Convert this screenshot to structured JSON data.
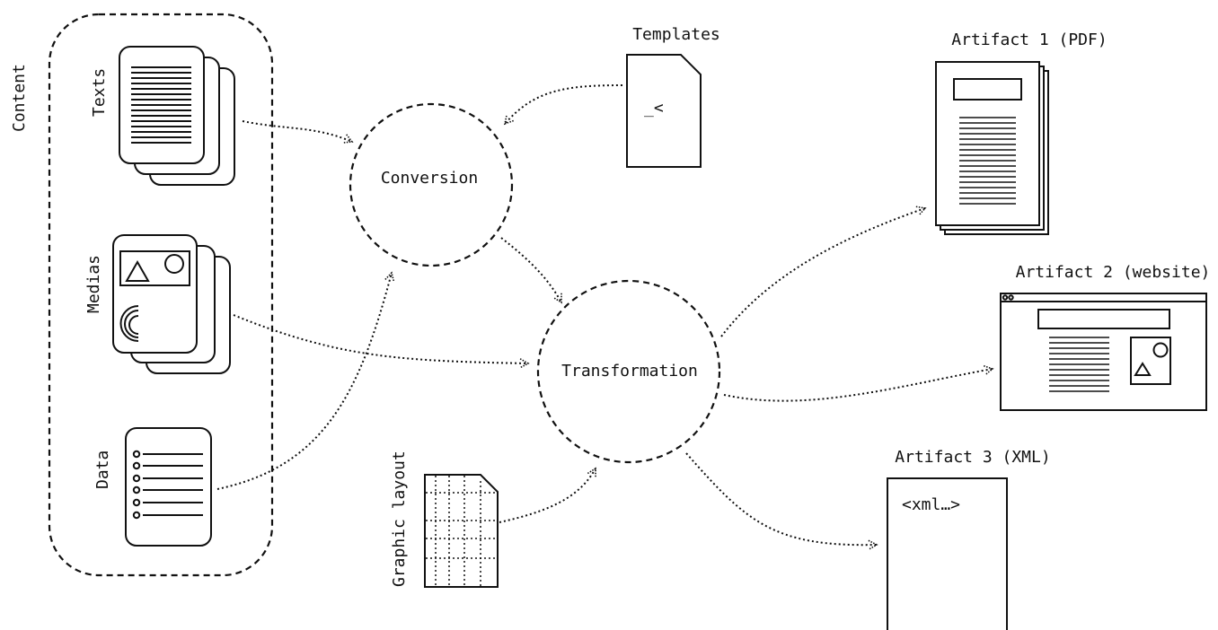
{
  "content_group": {
    "title": "Content",
    "texts_label": "Texts",
    "medias_label": "Medias",
    "data_label": "Data"
  },
  "nodes": {
    "conversion": "Conversion",
    "transformation": "Transformation"
  },
  "templates": {
    "label": "Templates",
    "glyph": "_<"
  },
  "graphic_layout": {
    "label": "Graphic layout"
  },
  "artifacts": {
    "pdf": "Artifact 1 (PDF)",
    "website": "Artifact 2 (website)",
    "xml": "Artifact 3 (XML)",
    "xml_content": "<xml…>"
  }
}
